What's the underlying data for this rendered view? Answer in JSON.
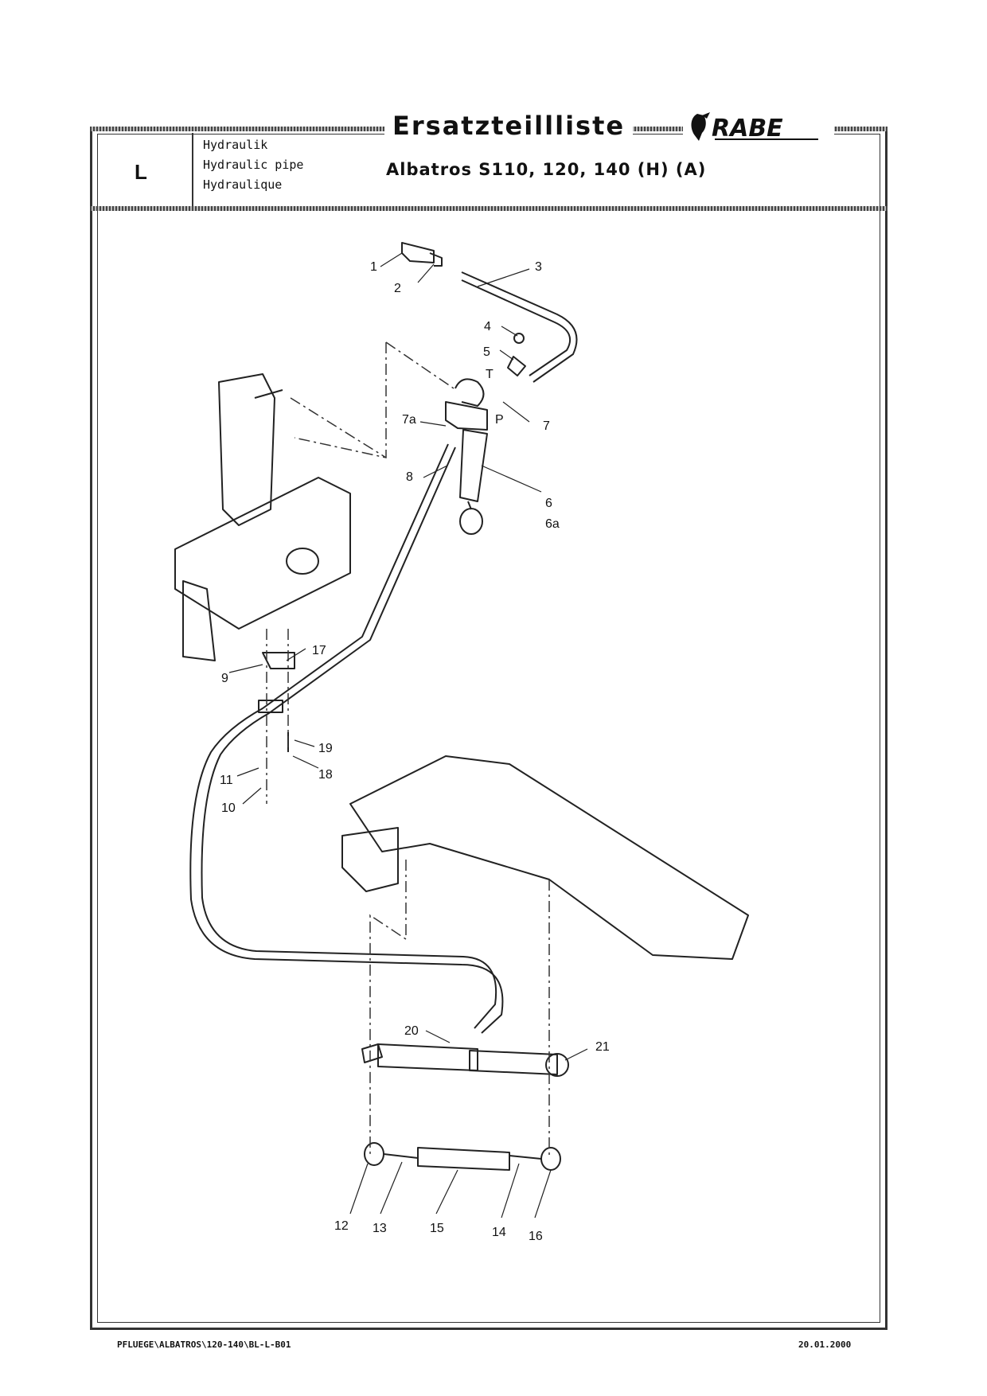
{
  "header": {
    "section_letter": "L",
    "labels": [
      "Hydraulik",
      "Hydraulic pipe",
      "Hydraulique"
    ],
    "document_title": "Ersatzteillliste",
    "brand": "RABE",
    "model": "Albatros S110, 120, 140 (H) (A)"
  },
  "callouts": [
    "1",
    "2",
    "3",
    "4",
    "5",
    "T",
    "7a",
    "P",
    "7",
    "8",
    "6",
    "6a",
    "17",
    "9",
    "19",
    "18",
    "11",
    "10",
    "20",
    "21",
    "12",
    "13",
    "15",
    "14",
    "16"
  ],
  "footer": {
    "path": "PFLUEGE\\ALBATROS\\120-140\\BL-L-B01",
    "date": "20.01.2000"
  }
}
